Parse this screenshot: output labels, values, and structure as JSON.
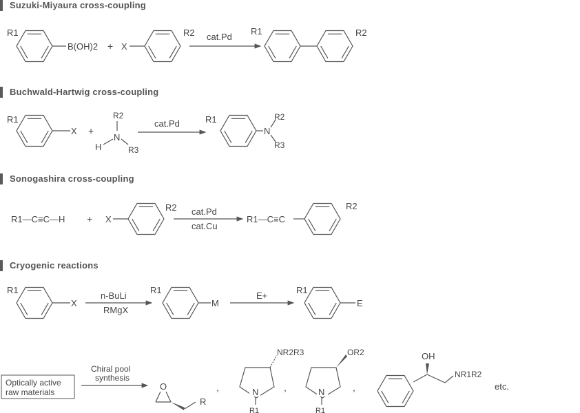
{
  "sections": [
    {
      "title": "Suzuki-Miyaura cross-coupling"
    },
    {
      "title": "Buchwald-Hartwig cross-coupling"
    },
    {
      "title": "Sonogashira cross-coupling"
    },
    {
      "title": "Cryogenic reactions"
    }
  ],
  "suzuki": {
    "r1": "R1",
    "boronic": "B(OH)2",
    "plus": "+",
    "x": "X",
    "r2": "R2",
    "reagent": "cat.Pd"
  },
  "buchwald": {
    "r1": "R1",
    "x": "X",
    "plus": "+",
    "r2": "R2",
    "n": "N",
    "h": "H",
    "r3": "R3",
    "reagent": "cat.Pd"
  },
  "sonogashira": {
    "alkyne": "R1—C≡C—H",
    "plus": "+",
    "x": "X",
    "r2": "R2",
    "reagent_top": "cat.Pd",
    "reagent_bottom": "cat.Cu",
    "product": "R1—C≡C"
  },
  "cryogenic": {
    "r1": "R1",
    "x": "X",
    "reagent_top": "n-BuLi",
    "reagent_bottom": "RMgX",
    "m": "M",
    "electrophile": "E+",
    "e": "E"
  },
  "chiral": {
    "box_line1": "Optically active",
    "box_line2": "raw materials",
    "arrow_line1": "Chiral pool",
    "arrow_line2": "synthesis",
    "epoxide_o": "O",
    "epoxide_r": "R",
    "comma": ",",
    "amine_sub": "NR2R3",
    "n": "N",
    "r1": "R1",
    "ether_sub": "OR2",
    "oh": "OH",
    "amino": "NR1R2",
    "etc": "etc."
  }
}
